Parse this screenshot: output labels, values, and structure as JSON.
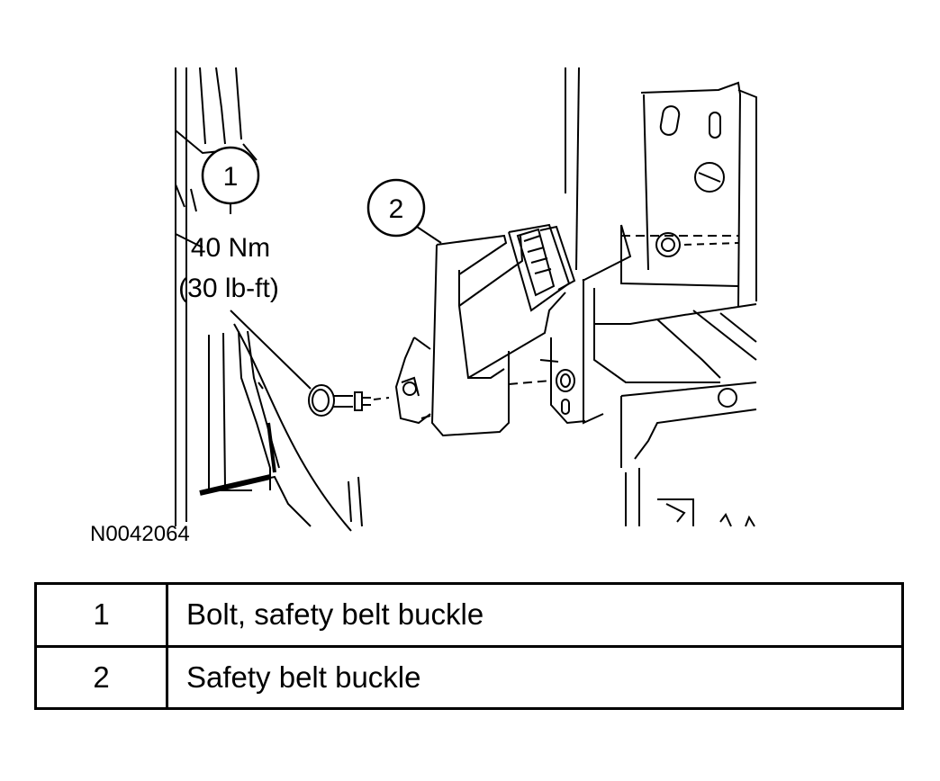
{
  "figure": {
    "figure_id": "N0042064",
    "callouts": [
      {
        "number": "1",
        "torque_nm": "40 Nm",
        "torque_lbft": "(30 lb-ft)"
      },
      {
        "number": "2"
      }
    ]
  },
  "legend": {
    "rows": [
      {
        "number": "1",
        "description": "Bolt, safety belt buckle"
      },
      {
        "number": "2",
        "description": "Safety belt buckle"
      }
    ]
  }
}
